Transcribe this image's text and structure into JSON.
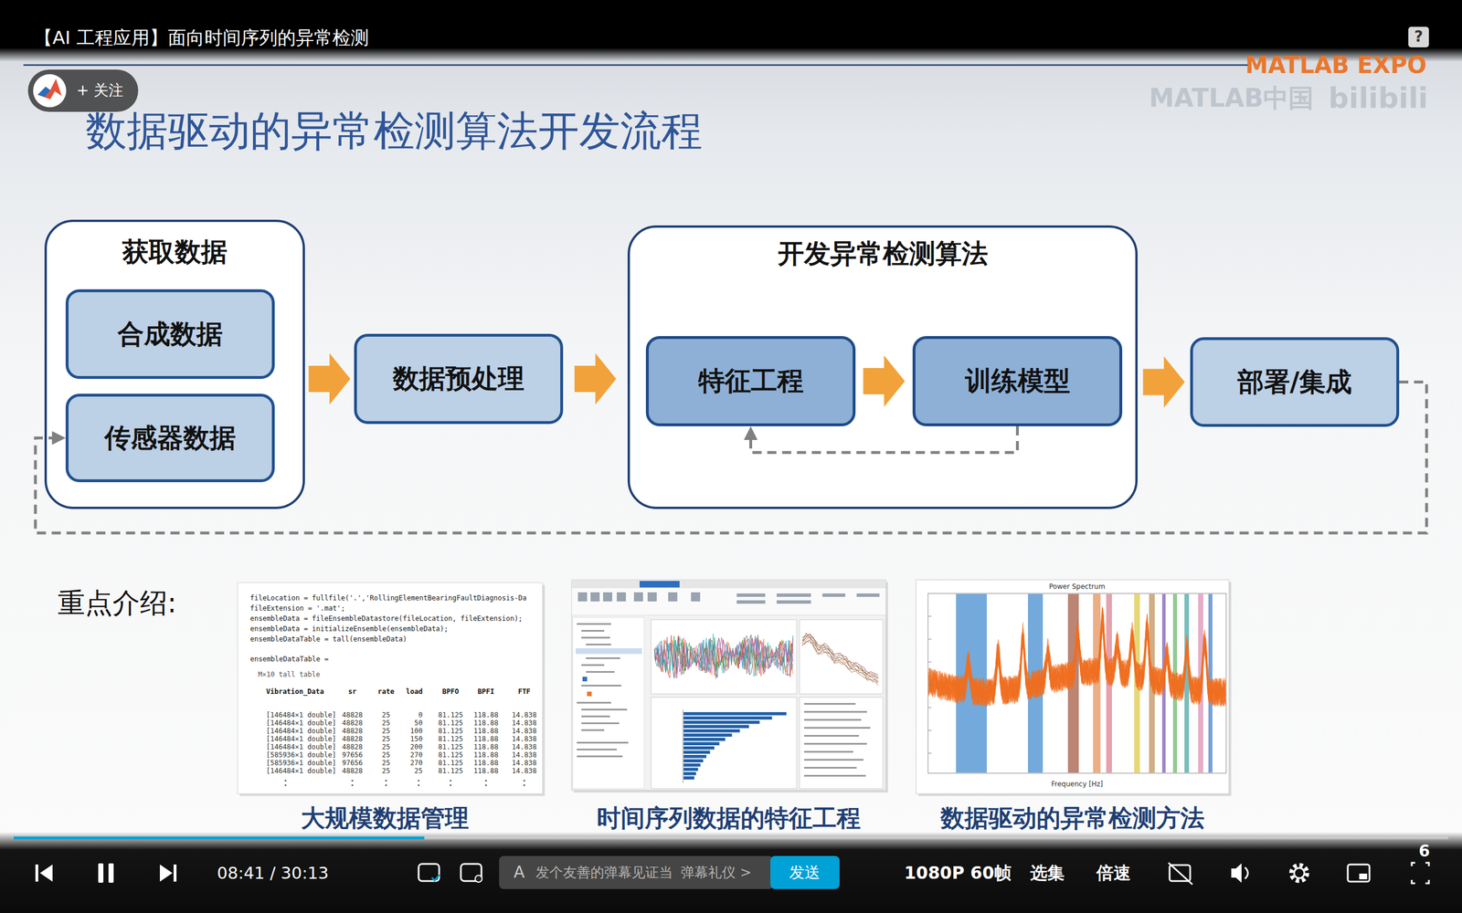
{
  "diagram": {
    "title": "数据驱动的异常检测算法开发流程",
    "nodes": [
      {
        "text": [
          "获取数据"
        ]
      },
      {
        "text": [
          "合成数据"
        ],
        "in": 0
      },
      {
        "text": [
          "传感器数据"
        ],
        "in": 0
      },
      {
        "text": [
          "数据预处理"
        ]
      },
      {
        "text": [
          "开发异常检测算法"
        ]
      },
      {
        "text": [
          "特征工程"
        ],
        "in": 4
      },
      {
        "text": [
          "训练模型"
        ],
        "in": 4
      },
      {
        "text": [
          "部署/集成"
        ]
      }
    ],
    "edges": [
      {
        "from": 0,
        "to": 3,
        "arrow": "to"
      },
      {
        "from": 3,
        "to": 4,
        "arrow": "to"
      },
      {
        "from": 5,
        "to": 6,
        "arrow": "to"
      },
      {
        "from": 6,
        "to": 5,
        "arrow": "to"
      },
      {
        "from": 4,
        "to": 7,
        "arrow": "to"
      },
      {
        "from": 7,
        "to": 2,
        "arrow": "to"
      }
    ],
    "labels": [
      "【AI 工程应用】面向时间序列的异常检测",
      "+ 关注",
      "?",
      "MATLAB EXPO",
      "MATLAB中国",
      "bilibili",
      "重点介绍:",
      "fileLocation = fullfile('.','RollingElementBearingFaultDiagnosis-Da",
      "fileExtension = '.mat';",
      "ensembleData = fileEnsembleDatastore(fileLocation, fileExtension);",
      "ensembleData = initializeEnsemble(ensembleData);",
      "ensembleDataTable = tall(ensembleData)",
      "ensembleDataTable =",
      "M×10 tall table",
      "Vibration_Data",
      "sr",
      "rate",
      "load",
      "BPFO",
      "BPFI",
      "FTF",
      "[146484×1 double]",
      "48828",
      "25",
      "0",
      "81.125",
      "118.88",
      "14.838",
      "[146484×1 double]",
      "48828",
      "25",
      "50",
      "81.125",
      "118.88",
      "14.838",
      "[146484×1 double]",
      "48828",
      "25",
      "100",
      "81.125",
      "118.88",
      "14.838",
      "[146484×1 double]",
      "48828",
      "25",
      "150",
      "81.125",
      "118.88",
      "14.838",
      "[146484×1 double]",
      "48828",
      "25",
      "200",
      "81.125",
      "118.88",
      "14.838",
      "[585936×1 double]",
      "97656",
      "25",
      "270",
      "81.125",
      "118.88",
      "14.838",
      "[585936×1 double]",
      "97656",
      "25",
      "270",
      "81.125",
      "118.88",
      "14.838",
      "[146484×1 double]",
      "48828",
      "25",
      "25",
      "81.125",
      "118.88",
      "14.838",
      "Power Spectrum",
      "Frequency [Hz]",
      "大规模数据管理",
      "时间序列数据的特征工程",
      "数据驱动的异常检测方法",
      "08:41 / 30:13",
      "A",
      "发个友善的弹幕见证当",
      "弹幕礼仪 >",
      "发送",
      "1080P 60帧",
      "选集",
      "倍速",
      "6"
    ]
  }
}
